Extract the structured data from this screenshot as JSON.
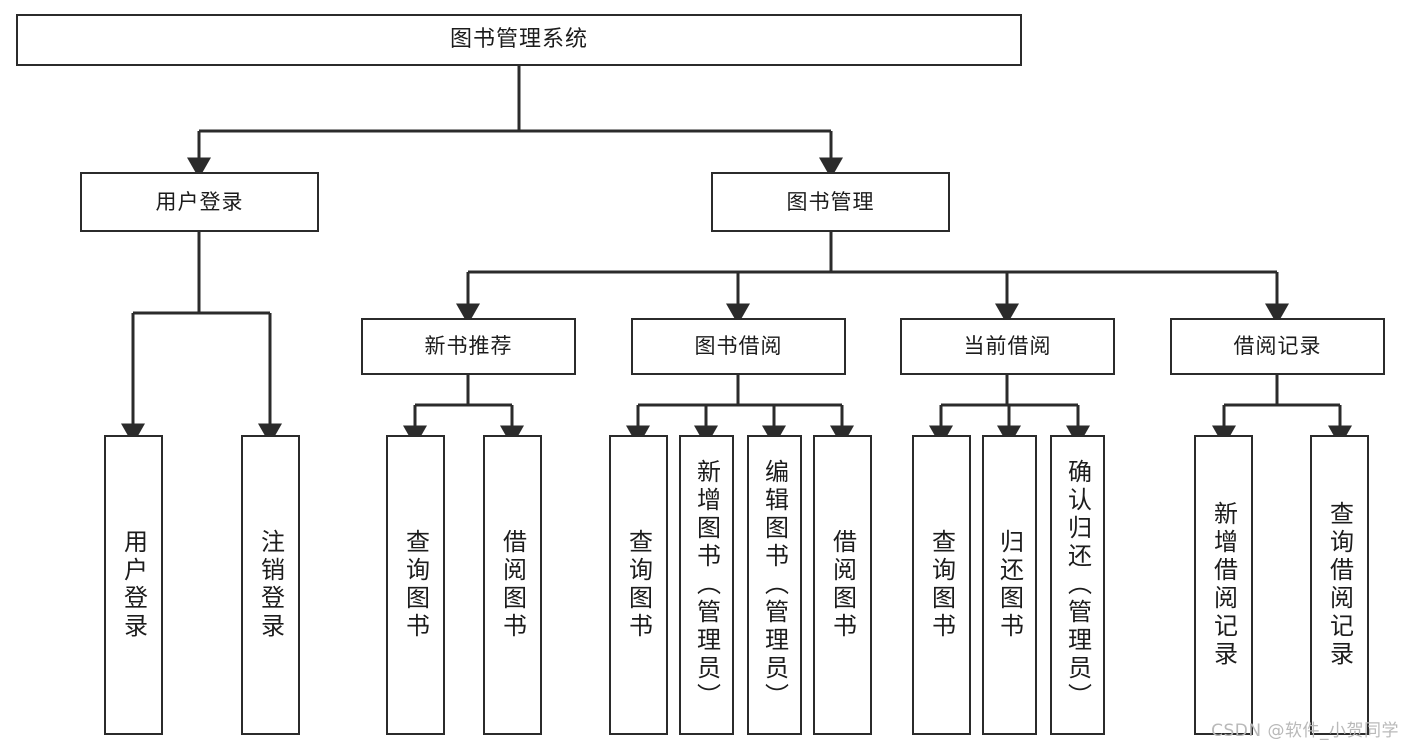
{
  "diagram": {
    "title": "图书管理系统",
    "type": "tree-hierarchy-diagram",
    "colors": {
      "box_border": "#2b2b2b",
      "box_fill": "#ffffff",
      "connector": "#2b2b2b",
      "text": "#1c1c1c",
      "watermark": "#b9b9b9",
      "background": "#ffffff"
    },
    "root": {
      "label": "图书管理系统"
    },
    "level2": [
      {
        "label": "用户登录"
      },
      {
        "label": "图书管理"
      }
    ],
    "level3": [
      {
        "label": "新书推荐"
      },
      {
        "label": "图书借阅"
      },
      {
        "label": "当前借阅"
      },
      {
        "label": "借阅记录"
      }
    ],
    "leaves": {
      "user_login": [
        {
          "label": "用户登录"
        },
        {
          "label": "注销登录"
        }
      ],
      "new_book": [
        {
          "label": "查询图书"
        },
        {
          "label": "借阅图书"
        }
      ],
      "book_borrow": [
        {
          "label": "查询图书"
        },
        {
          "label": "新增图书（管理员）"
        },
        {
          "label": "编辑图书（管理员）"
        },
        {
          "label": "借阅图书"
        }
      ],
      "current_borrow": [
        {
          "label": "查询图书"
        },
        {
          "label": "归还图书"
        },
        {
          "label": "确认归还（管理员）"
        }
      ],
      "borrow_record": [
        {
          "label": "新增借阅记录"
        },
        {
          "label": "查询借阅记录"
        }
      ]
    }
  },
  "watermark": {
    "text": "CSDN @软件_小贺同学"
  }
}
